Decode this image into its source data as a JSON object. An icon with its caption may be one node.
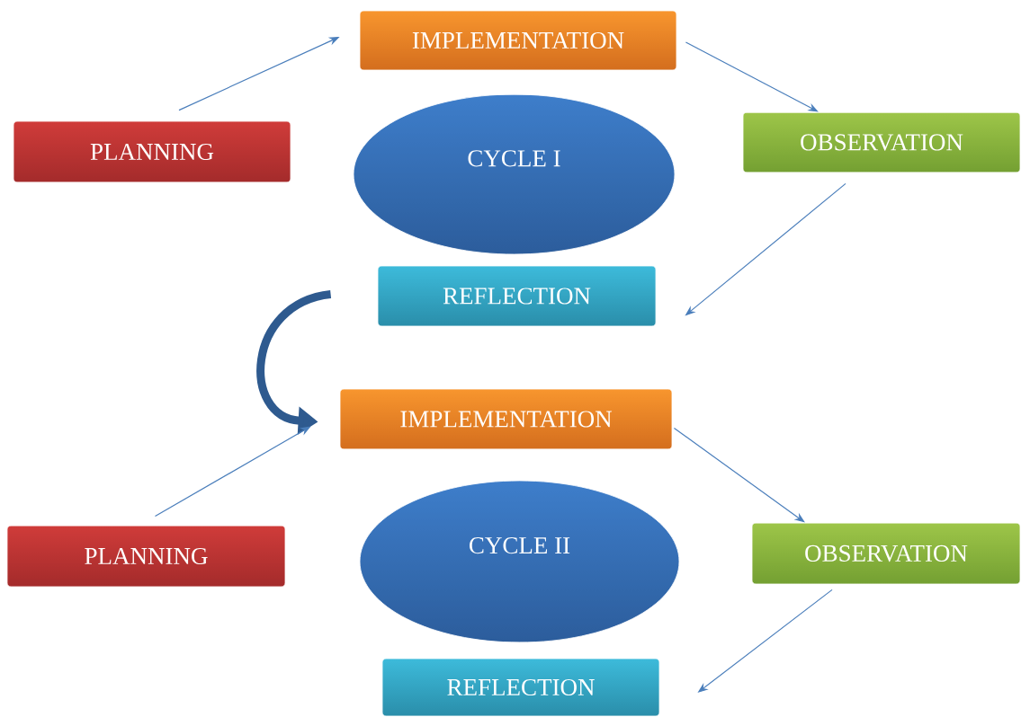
{
  "diagram": {
    "nodes": [
      {
        "text": [
          "PLANNING"
        ]
      },
      {
        "text": [
          "IMPLEMENTATION"
        ]
      },
      {
        "text": [
          "CYCLE I"
        ]
      },
      {
        "text": [
          "OBSERVATION"
        ]
      },
      {
        "text": [
          "REFLECTION"
        ]
      },
      {
        "text": [
          "IMPLEMENTATION"
        ]
      },
      {
        "text": [
          "PLANNING"
        ]
      },
      {
        "text": [
          "CYCLE II"
        ]
      },
      {
        "text": [
          "OBSERVATION"
        ]
      },
      {
        "text": [
          "REFLECTION"
        ]
      }
    ],
    "edges": [
      {
        "from": 0,
        "to": 1,
        "arrow": "to"
      },
      {
        "from": 1,
        "to": 3,
        "arrow": "to"
      },
      {
        "from": 3,
        "to": 4,
        "arrow": "to"
      },
      {
        "from": 4,
        "to": 5,
        "arrow": "to",
        "style": "thick",
        "color": "#2e5a8f"
      },
      {
        "from": 6,
        "to": 5,
        "arrow": "to"
      },
      {
        "from": 5,
        "to": 8,
        "arrow": "to"
      },
      {
        "from": 8,
        "to": 9,
        "arrow": "to"
      }
    ]
  }
}
